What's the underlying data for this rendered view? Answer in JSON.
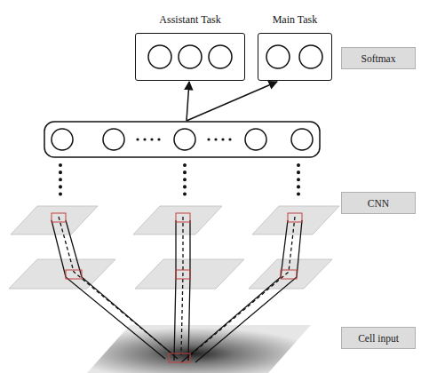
{
  "diagram": {
    "nodes": [
      {
        "text": [
          "Assistant Task"
        ]
      },
      {
        "text": [
          "Main Task"
        ]
      },
      {
        "text": [
          "Softmax"
        ]
      },
      {
        "text": [
          "CNN"
        ]
      },
      {
        "text": [
          "Cell input"
        ]
      }
    ]
  }
}
